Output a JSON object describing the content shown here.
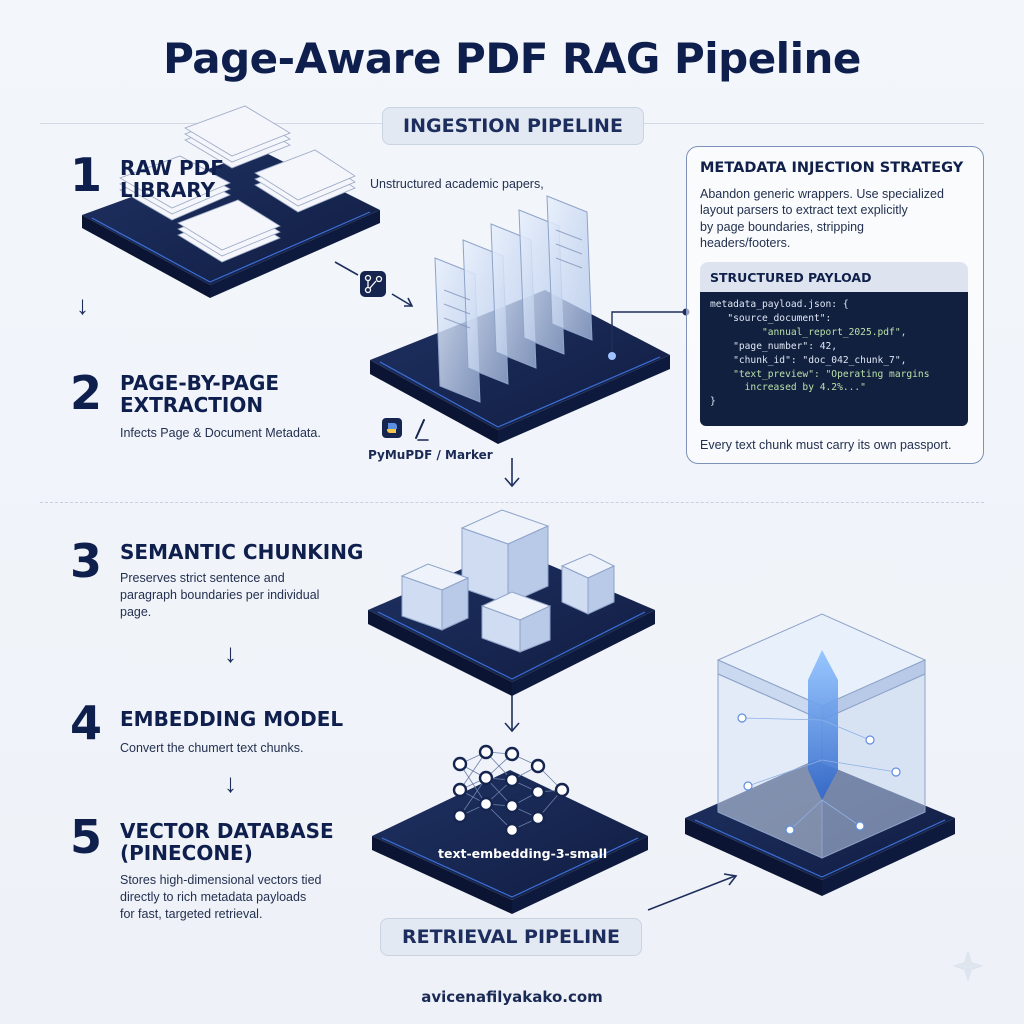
{
  "header": {
    "title": "Page-Aware PDF RAG Pipeline"
  },
  "sections": {
    "ingestion_label": "INGESTION PIPELINE",
    "retrieval_label": "RETRIEVAL PIPELINE"
  },
  "steps": [
    {
      "number": "1",
      "title_line1": "RAW PDF",
      "title_line2": "LIBRARY",
      "desc": "Unstructured academic papers,"
    },
    {
      "number": "2",
      "title_line1": "PAGE-BY-PAGE",
      "title_line2": "EXTRACTION",
      "desc": "Infects Page & Document Metadata."
    },
    {
      "number": "3",
      "title_line1": "SEMANTIC CHUNKING",
      "desc_line1": "Preserves strict sentence and",
      "desc_line2": "paragraph boundaries per individual",
      "desc_line3": "page."
    },
    {
      "number": "4",
      "title_line1": "EMBEDDING MODEL",
      "desc": "Convert the chumert text chunks."
    },
    {
      "number": "5",
      "title_line1": "VECTOR DATABASE",
      "title_line2": "(PINECONE)",
      "desc_line1": "Stores high-dimensional vectors tied",
      "desc_line2": "directly to rich metadata payloads",
      "desc_line3": "for fast, targeted retrieval."
    }
  ],
  "tools": {
    "extraction_tool": "PyMuPDF / Marker",
    "embedding_model": "text-embedding-3-small"
  },
  "metadata_panel": {
    "title": "METADATA INJECTION STRATEGY",
    "desc_line1": "Abandon generic wrappers. Use specialized",
    "desc_line2": "layout parsers to extract text explicitly",
    "desc_line3": "by page boundaries, stripping",
    "desc_line4": "headers/footers.",
    "payload_title": "STRUCTURED PAYLOAD",
    "code_lines": [
      "metadata_payload.json: {",
      "   \"source_document\":",
      "         \"annual_report_2025.pdf\",",
      "    \"page_number\": 42,",
      "    \"chunk_id\": \"doc_042_chunk_7\",",
      "    \"text_preview\": \"Operating margins",
      "      increased by 4.2%...\"",
      "}"
    ],
    "footer": "Every text chunk must carry its own passport."
  },
  "footer": {
    "site": "avicenafilyakako.com"
  },
  "colors": {
    "navy": "#0f1f4d",
    "platform": "#16254f",
    "accent": "#3b6fd8",
    "glass": "#c9d8f2"
  },
  "icons": [
    "workflow-icon",
    "python-icon",
    "pen-icon",
    "arrow-down-icon",
    "sparkle-icon"
  ]
}
